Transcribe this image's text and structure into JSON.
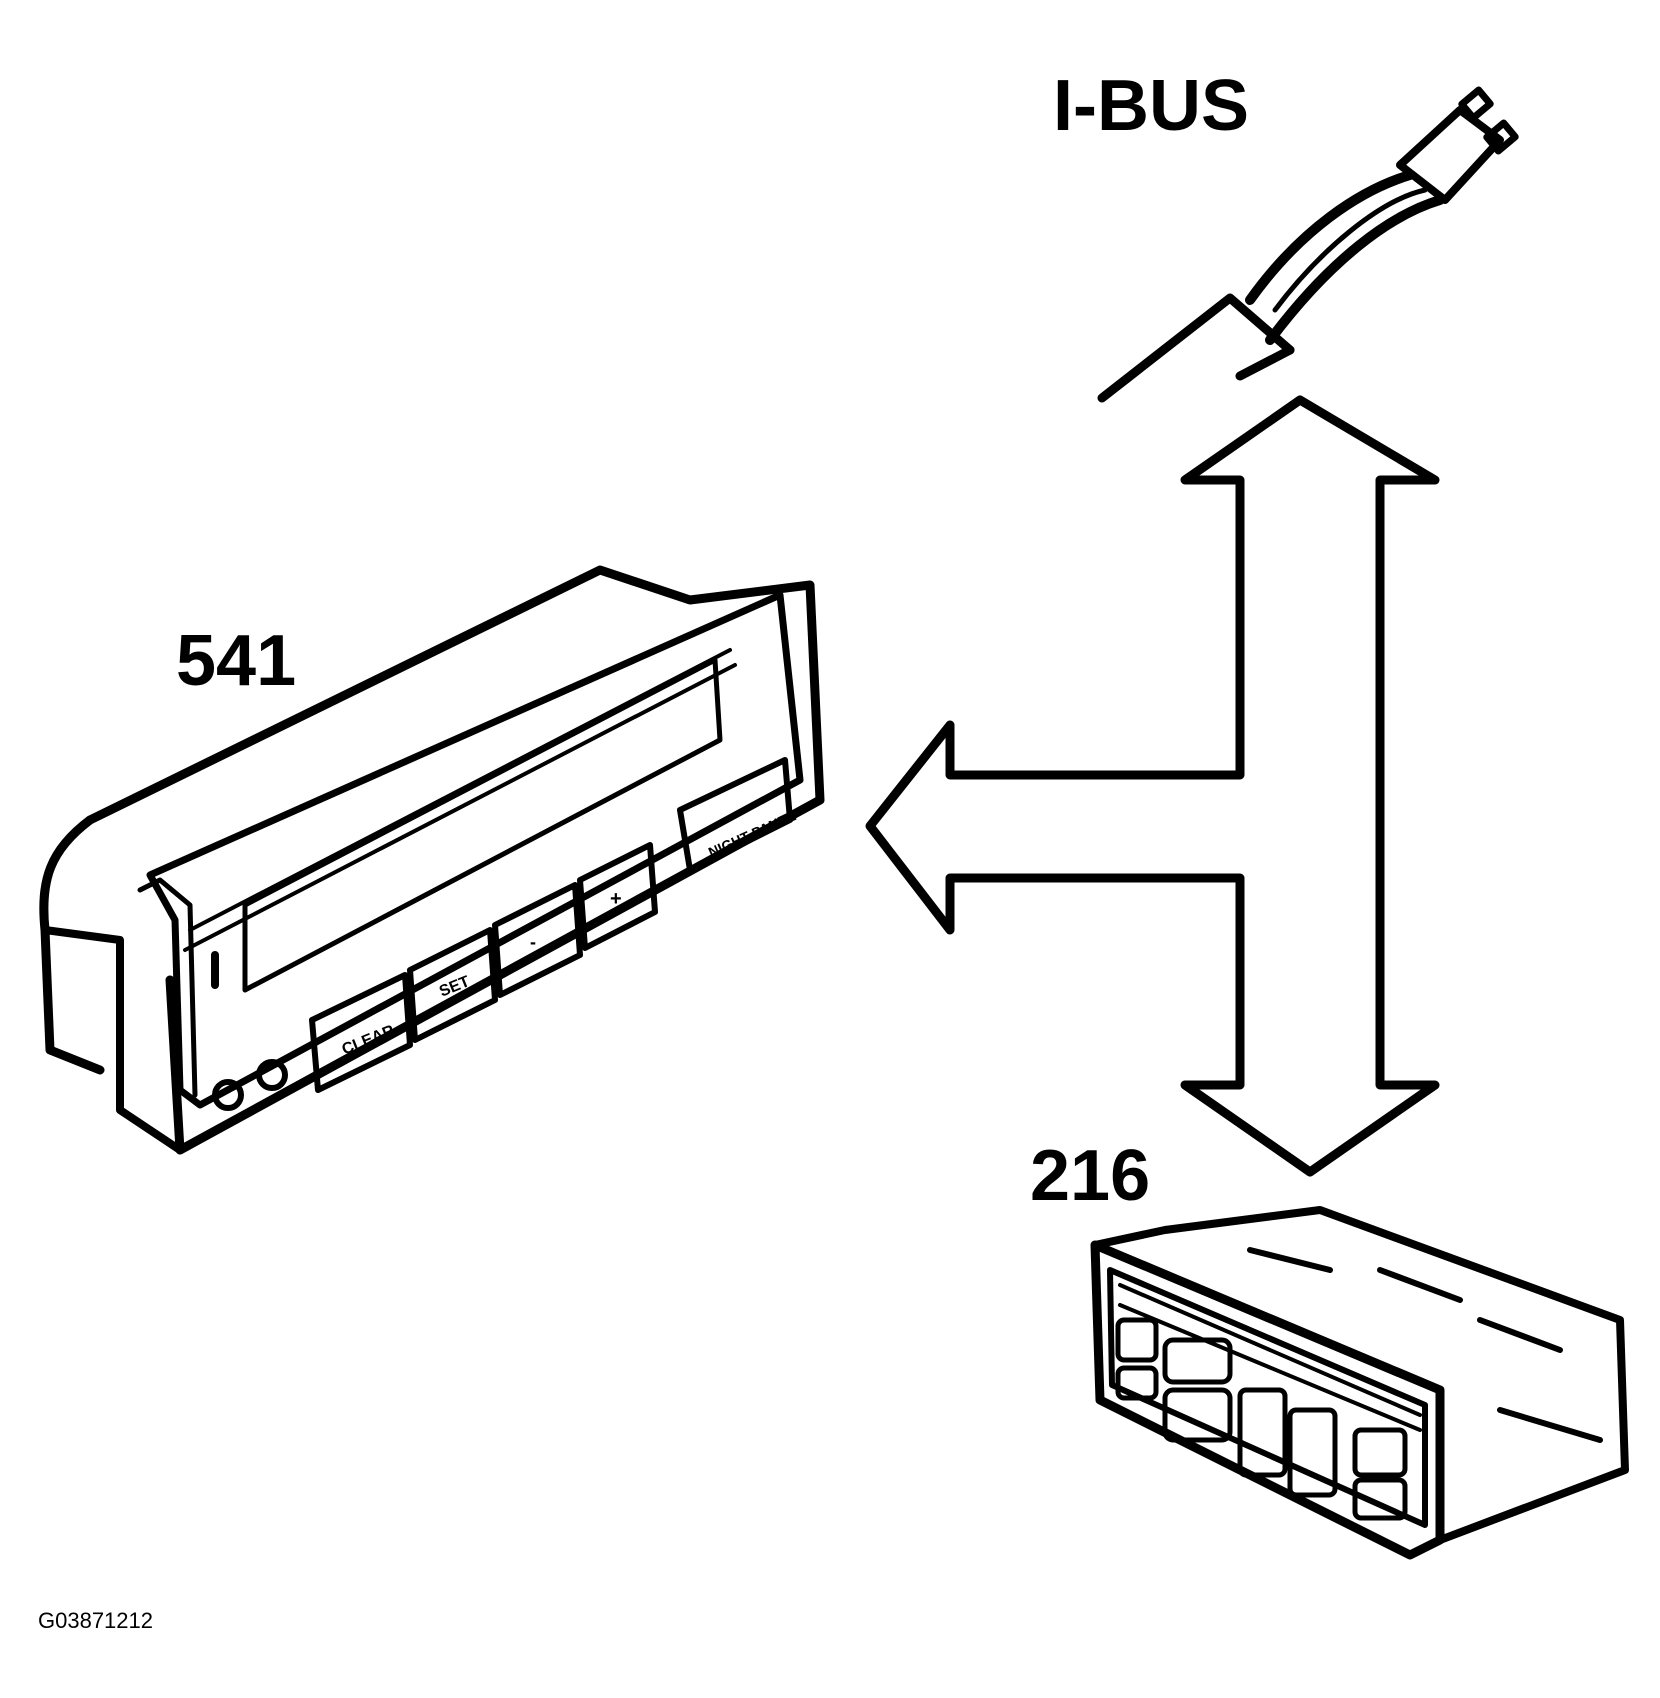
{
  "labels": {
    "ibus": "I-BUS",
    "module_541": "541",
    "module_216": "216",
    "figure_code": "G03871212"
  },
  "module_541_buttons": {
    "clear": "CLEAR",
    "set": "SET",
    "minus": "-",
    "plus": "+",
    "night_panel": "NIGHT PANEL"
  },
  "colors": {
    "stroke": "#000000",
    "background": "#ffffff"
  }
}
